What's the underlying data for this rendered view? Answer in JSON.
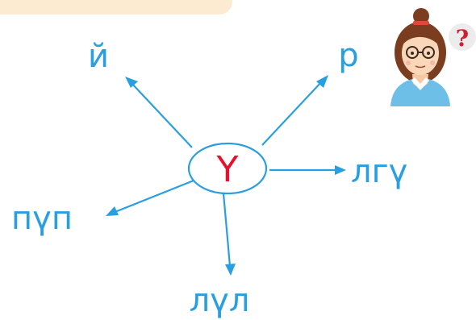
{
  "center": {
    "letter": "Ү",
    "ellipse_color": "#2a9fe0",
    "letter_color": "#e8102a"
  },
  "words": {
    "top_left": "й",
    "top_right": "р",
    "right": "лгү",
    "left": "пүп",
    "bottom": "лүл"
  },
  "colors": {
    "word": "#2a9fe0",
    "arrow": "#2a9fe0",
    "top_bar": "#fcebd0"
  },
  "decorations": {
    "teacher_icon": "teacher-thinking-icon",
    "question_icon": "question-bubble-icon",
    "question_mark": "?"
  }
}
